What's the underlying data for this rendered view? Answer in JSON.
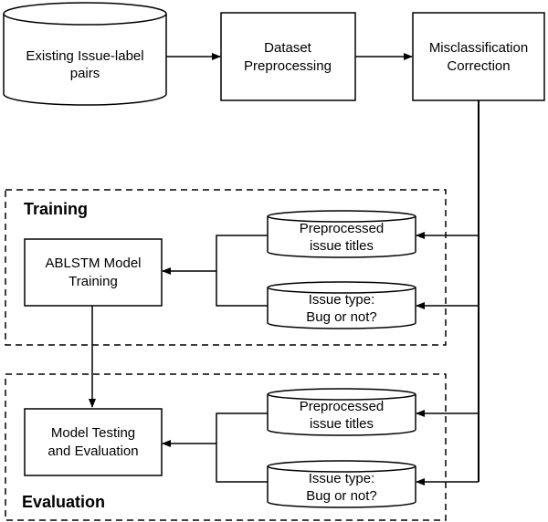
{
  "nodes": {
    "existing_pairs": [
      "Existing Issue-label",
      "pairs"
    ],
    "dataset_preprocessing": [
      "Dataset",
      "Preprocessing"
    ],
    "misclassification_correction": [
      "Misclassification",
      "Correction"
    ],
    "ablstm_training": [
      "ABLSTM Model",
      "Training"
    ],
    "model_testing": [
      "Model Testing",
      "and Evaluation"
    ],
    "train_titles": [
      "Preprocessed",
      "issue titles"
    ],
    "train_types": [
      "Issue type:",
      "Bug or not?"
    ],
    "eval_titles": [
      "Preprocessed",
      "issue titles"
    ],
    "eval_types": [
      "Issue type:",
      "Bug or not?"
    ]
  },
  "sections": {
    "training": "Training",
    "evaluation": "Evaluation"
  }
}
